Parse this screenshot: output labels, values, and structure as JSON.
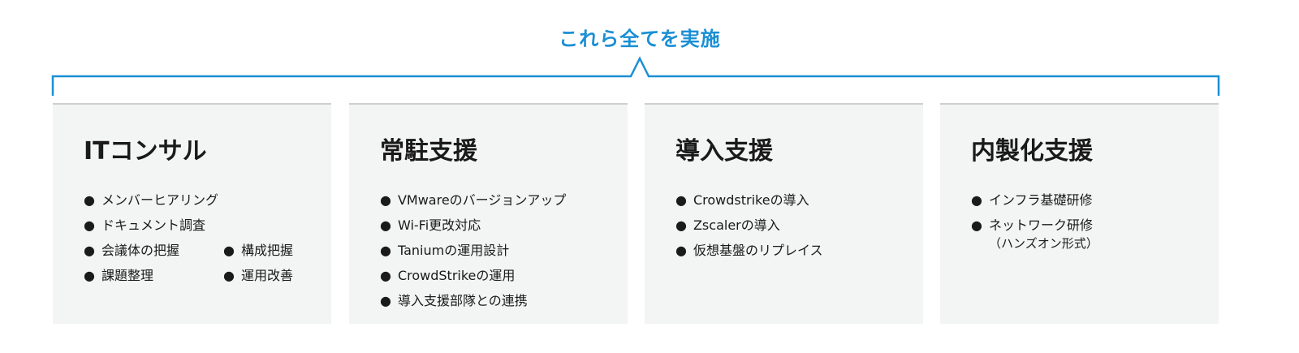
{
  "title": "これら全てを実施",
  "accent": "#1a8fd4",
  "cards": [
    {
      "heading": "ITコンサル",
      "items": [
        "メンバーヒアリング",
        "ドキュメント調査",
        "会議体の把握",
        "構成把握",
        "課題整理",
        "運用改善"
      ]
    },
    {
      "heading": "常駐支援",
      "items": [
        "VMwareのバージョンアップ",
        "Wi-Fi更改対応",
        "Taniumの運用設計",
        "CrowdStrikeの運用",
        "導入支援部隊との連携"
      ]
    },
    {
      "heading": "導入支援",
      "items": [
        "Crowdstrikeの導入",
        "Zscalerの導入",
        "仮想基盤のリプレイス"
      ]
    },
    {
      "heading": "内製化支援",
      "items": [
        "インフラ基礎研修",
        "ネットワーク研修"
      ],
      "note": "（ハンズオン形式）"
    }
  ]
}
